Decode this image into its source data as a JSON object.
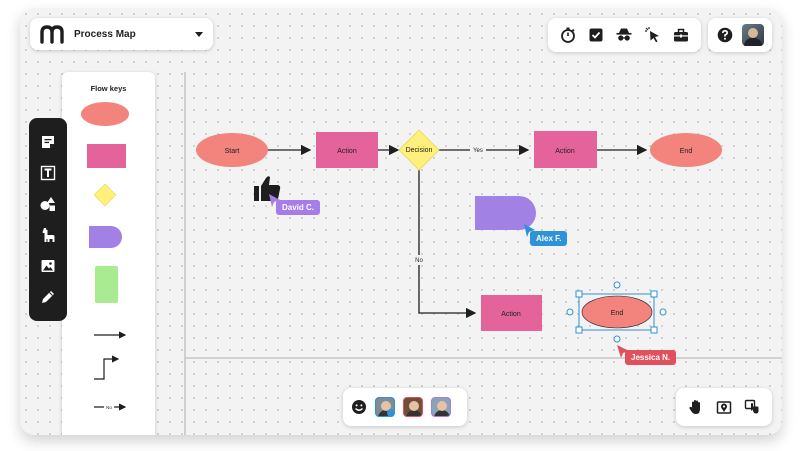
{
  "app": {
    "title": "Process Map"
  },
  "flow_keys": {
    "title": "Flow keys",
    "arrow_label": "No"
  },
  "nodes": {
    "start": "Start",
    "action1": "Action",
    "decision": "Decision",
    "action2": "Action",
    "end1": "End",
    "action3": "Action",
    "end2": "End"
  },
  "edges": {
    "yes": "Yes",
    "no": "No"
  },
  "collaborators": {
    "david": {
      "name": "David C.",
      "color": "#a67ce8"
    },
    "alex": {
      "name": "Alex F.",
      "color": "#2e92d8"
    },
    "jessica": {
      "name": "Jessica N.",
      "color": "#e0505d"
    }
  },
  "colors": {
    "oval": "#f2837d",
    "rect": "#e5639b",
    "diamond": "#fff07c",
    "delay": "#a182e4",
    "green": "#a8eb90",
    "selection": "#2e92d8",
    "toolbar": "#1e1e1e"
  },
  "icons": {
    "top_tools": [
      "timer-icon",
      "checkbox-icon",
      "spy-icon",
      "cursor-sparkle-icon",
      "toolbox-icon"
    ],
    "left_tools": [
      "sticky-note-icon",
      "text-icon",
      "shapes-icon",
      "llama-icon",
      "image-icon",
      "pencil-icon"
    ],
    "bottom_right": [
      "hand-icon",
      "map-pin-icon",
      "follow-icon"
    ]
  }
}
